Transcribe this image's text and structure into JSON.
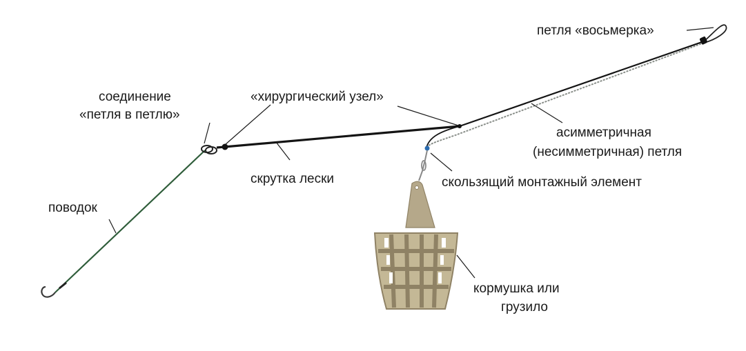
{
  "labels": {
    "loop_eight": "петля «восьмерка»",
    "connection_line1": "соединение",
    "connection_line2": "«петля в петлю»",
    "surgical_knot": "«хирургический узел»",
    "asym_line1": "асимметричная",
    "asym_line2": "(несимметричная) петля",
    "twist": "скрутка лески",
    "sliding": "скользящий монтажный элемент",
    "leader": "поводок",
    "feeder_line1": "кормушка или",
    "feeder_line2": "грузило"
  },
  "colors": {
    "main_line": "#141414",
    "leader_line": "#2f5d3a",
    "loop_line": "#8a8f8a",
    "feeder": "#b5a88a",
    "feeder_dark": "#8f8265",
    "swivel_bead": "#2b6cb0"
  }
}
